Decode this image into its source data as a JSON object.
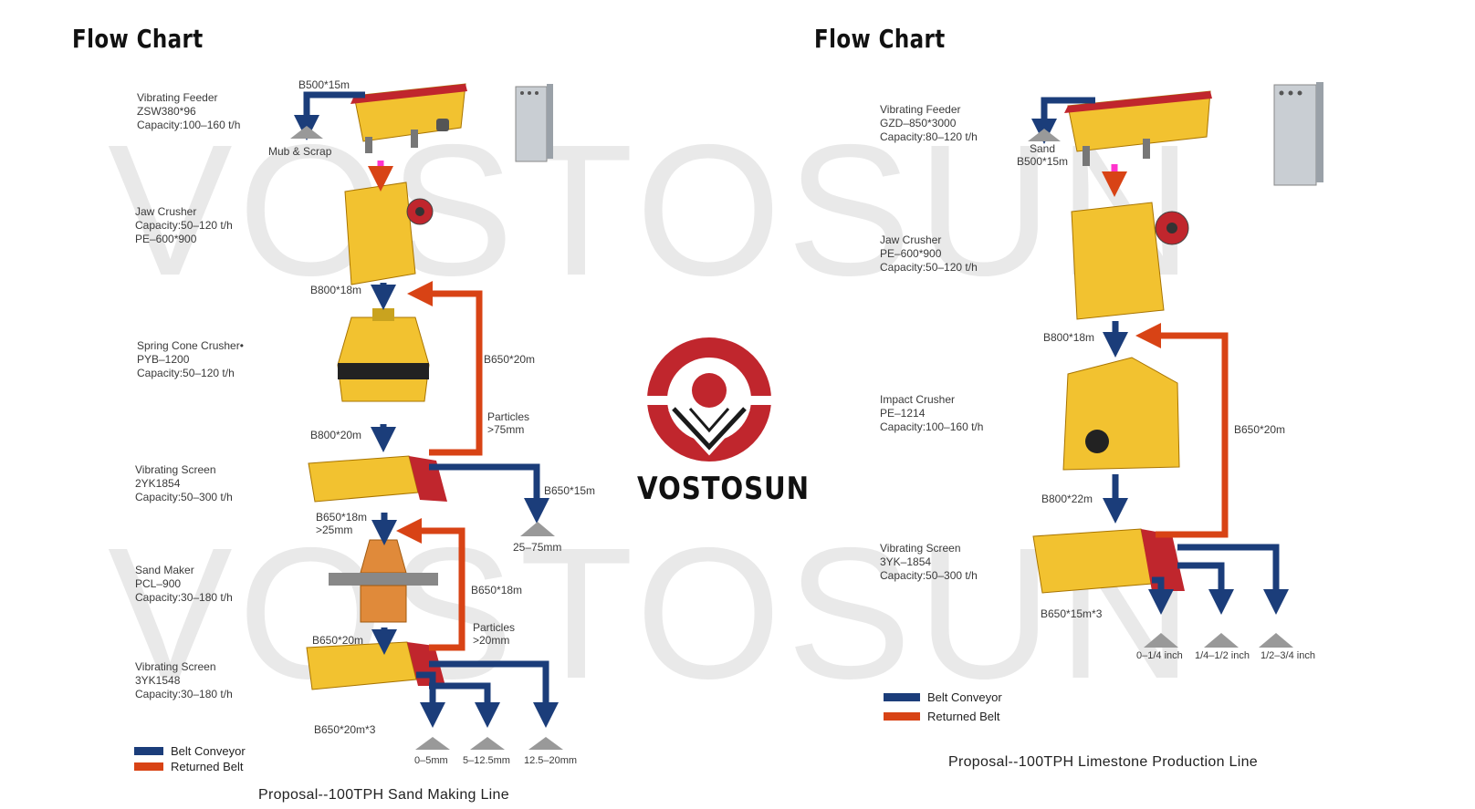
{
  "watermark": "VOSTOSUN",
  "brand": {
    "name": "VOSTOSUN",
    "colors": {
      "red": "#c0262d",
      "dark": "#1a1a1a"
    }
  },
  "colors": {
    "belt": "#1b3d7a",
    "returned": "#d84315",
    "machine": "#f2c230",
    "output_arrow": "#1b3d7a",
    "feed_arrow": "#ff33cc"
  },
  "left": {
    "title": "Flow Chart",
    "specs": [
      {
        "lines": [
          "Vibrating Feeder",
          "ZSW380*96",
          "Capacity:100–160 t/h"
        ]
      },
      {
        "lines": [
          "Jaw Crusher",
          "Capacity:50–120 t/h",
          "PE–600*900"
        ]
      },
      {
        "lines": [
          "Spring Cone Crusher•",
          "PYB–1200",
          "Capacity:50–120 t/h"
        ]
      },
      {
        "lines": [
          "Vibrating Screen",
          "2YK1854",
          "Capacity:50–300 t/h"
        ]
      },
      {
        "lines": [
          "Sand Maker",
          "PCL–900",
          "Capacity:30–180 t/h"
        ]
      },
      {
        "lines": [
          "Vibrating Screen",
          "3YK1548",
          "Capacity:30–180 t/h"
        ]
      }
    ],
    "belts": {
      "b1": "B500*15m",
      "scrap": "Mub & Scrap",
      "b2": "B800*18m",
      "return1": "B650*20m",
      "particles1": [
        "Particles",
        ">75mm"
      ],
      "b3": "B800*20m",
      "b4": "B650*15m",
      "out1": "25–75mm",
      "b5": [
        "B650*18m",
        ">25mm"
      ],
      "return2": "B650*18m",
      "particles2": [
        "Particles",
        ">20mm"
      ],
      "b6": "B650*20m",
      "b7": "B650*20m*3",
      "outputs": [
        "0–5mm",
        "5–12.5mm",
        "12.5–20mm"
      ]
    },
    "legend": {
      "belt": "Belt Conveyor",
      "returned": "Returned Belt"
    },
    "caption": "Proposal--100TPH Sand Making Line"
  },
  "right": {
    "title": "Flow Chart",
    "specs": [
      {
        "lines": [
          "Vibrating Feeder",
          "GZD–850*3000",
          "Capacity:80–120 t/h"
        ]
      },
      {
        "lines": [
          "Jaw Crusher",
          "PE–600*900",
          "Capacity:50–120 t/h"
        ]
      },
      {
        "lines": [
          "Impact Crusher",
          "PE–1214",
          "Capacity:100–160 t/h"
        ]
      },
      {
        "lines": [
          "Vibrating Screen",
          "3YK–1854",
          "Capacity:50–300 t/h"
        ]
      }
    ],
    "belts": {
      "sand": [
        "Sand",
        "B500*15m"
      ],
      "b2": "B800*18m",
      "return1": "B650*20m",
      "b3": "B800*22m",
      "b4": "B650*15m*3",
      "outputs": [
        "0–1/4 inch",
        "1/4–1/2 inch",
        "1/2–3/4 inch"
      ]
    },
    "legend": {
      "belt": "Belt Conveyor",
      "returned": "Returned Belt"
    },
    "caption": "Proposal--100TPH Limestone Production Line"
  }
}
